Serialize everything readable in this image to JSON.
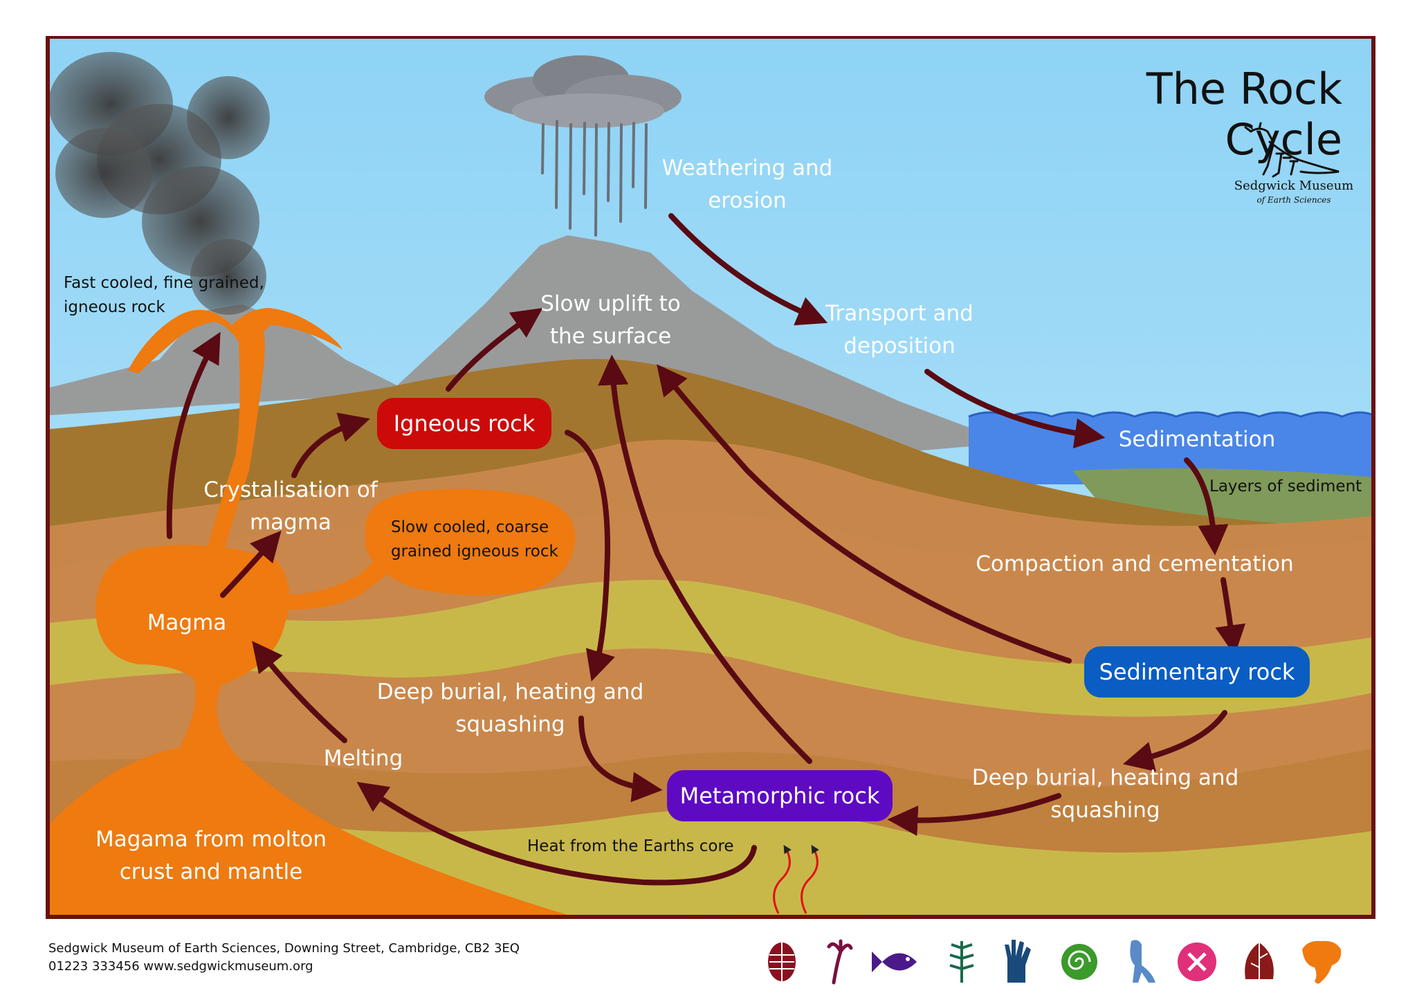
{
  "title": "The Rock Cycle",
  "logo": {
    "name": "Sedgwick Museum",
    "subtitle": "of Earth Sciences",
    "icon": "dinosaur-skeleton-icon"
  },
  "nodes": {
    "igneous": {
      "label": "Igneous rock",
      "color": "#cc0a0a"
    },
    "sedimentary": {
      "label": "Sedimentary rock",
      "color": "#0a5dc2"
    },
    "metamorphic": {
      "label": "Metamorphic rock",
      "color": "#5d0ac2"
    }
  },
  "labels": {
    "weathering": [
      "Weathering and",
      "erosion"
    ],
    "transport": [
      "Transport and",
      "deposition"
    ],
    "slow_uplift": [
      "Slow uplift to",
      "the surface"
    ],
    "sedimentation": "Sedimentation",
    "layers": "Layers of sediment",
    "compaction": "Compaction and cementation",
    "crystallisation": [
      "Crystalisation of",
      "magma"
    ],
    "slow_cooled": [
      "Slow cooled, coarse",
      "grained igneous rock"
    ],
    "fast_cooled": [
      "Fast cooled, fine grained,",
      "igneous rock"
    ],
    "magma": "Magma",
    "magma_source": [
      "Magama from molton",
      "crust and mantle"
    ],
    "melting": "Melting",
    "deep_burial_left": [
      "Deep burial, heating and",
      "squashing"
    ],
    "deep_burial_right": [
      "Deep burial, heating and",
      "squashing"
    ],
    "heat_core": "Heat from the Earths core"
  },
  "footer": {
    "address": "Sedgwick Museum of Earth Sciences, Downing Street, Cambridge, CB2 3EQ",
    "contact": "01223 333456 www.sedgwickmuseum.org"
  },
  "footer_icons": [
    {
      "name": "trilobite-icon",
      "color": "#8a1020"
    },
    {
      "name": "crinoid-icon",
      "color": "#7a1040"
    },
    {
      "name": "fish-icon",
      "color": "#4b1a8a"
    },
    {
      "name": "fern-icon",
      "color": "#1a6a4a"
    },
    {
      "name": "hand-icon",
      "color": "#1a4a7a"
    },
    {
      "name": "ammonite-icon",
      "color": "#3a9a2a"
    },
    {
      "name": "dinosaur-icon",
      "color": "#5a8ac8"
    },
    {
      "name": "heart-icon",
      "color": "#e0307a"
    },
    {
      "name": "leaf-icon",
      "color": "#8a1a1a"
    },
    {
      "name": "elephant-icon",
      "color": "#f07a10"
    }
  ],
  "colors": {
    "sky": "#9ed8f6",
    "frame": "#6a1010",
    "arrow": "#5a0a12",
    "magma": "#ee7a10",
    "sea": "#4a86e8"
  }
}
